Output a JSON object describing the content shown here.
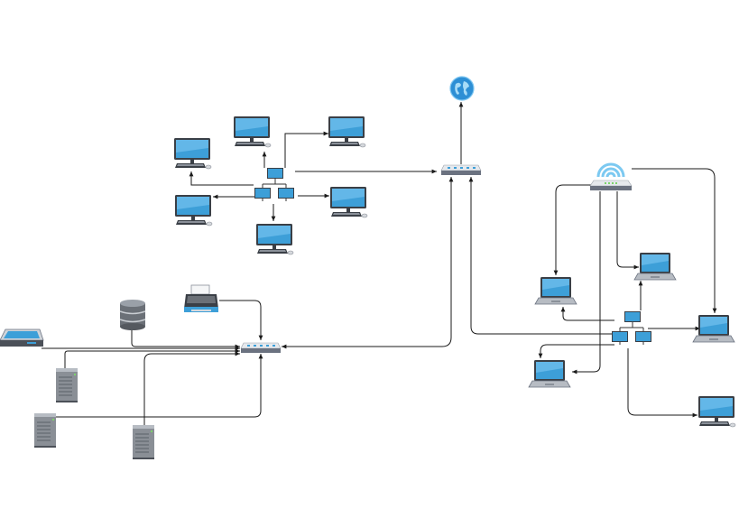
{
  "diagram": {
    "kind": "network-topology",
    "colors": {
      "screen": "#3d9fd8",
      "screen_dark": "#1f74b5",
      "device_body": "#dfe3e8",
      "device_dark": "#6b7280",
      "server_body": "#8a8f96",
      "wire": "#1a1a1a",
      "wifi": "#6fc3ef",
      "globe": "#2d8fd5"
    },
    "nodes": [
      {
        "id": "internet",
        "icon": "globe-icon"
      },
      {
        "id": "core-router",
        "icon": "router-icon"
      },
      {
        "id": "lan-switch-top",
        "icon": "network-switch-icon"
      },
      {
        "id": "desktop-1",
        "icon": "desktop-icon"
      },
      {
        "id": "desktop-2",
        "icon": "desktop-icon"
      },
      {
        "id": "desktop-3",
        "icon": "desktop-icon"
      },
      {
        "id": "desktop-4",
        "icon": "desktop-icon"
      },
      {
        "id": "desktop-5",
        "icon": "desktop-icon"
      },
      {
        "id": "desktop-6",
        "icon": "desktop-icon"
      },
      {
        "id": "server-router",
        "icon": "router-icon"
      },
      {
        "id": "printer",
        "icon": "printer-icon"
      },
      {
        "id": "database",
        "icon": "database-icon"
      },
      {
        "id": "scanner",
        "icon": "scanner-icon"
      },
      {
        "id": "server-1",
        "icon": "server-tower-icon"
      },
      {
        "id": "server-2",
        "icon": "server-tower-icon"
      },
      {
        "id": "server-3",
        "icon": "server-tower-icon"
      },
      {
        "id": "wireless-router",
        "icon": "wireless-router-icon"
      },
      {
        "id": "lan-switch-right",
        "icon": "network-switch-icon"
      },
      {
        "id": "laptop-1",
        "icon": "laptop-icon"
      },
      {
        "id": "laptop-2",
        "icon": "laptop-icon"
      },
      {
        "id": "laptop-3",
        "icon": "laptop-icon"
      },
      {
        "id": "laptop-4",
        "icon": "laptop-icon"
      },
      {
        "id": "desktop-7",
        "icon": "desktop-icon"
      }
    ],
    "edges": [
      {
        "from": "core-router",
        "to": "internet"
      },
      {
        "from": "lan-switch-top",
        "to": "core-router"
      },
      {
        "from": "lan-switch-top",
        "to": "desktop-1"
      },
      {
        "from": "lan-switch-top",
        "to": "desktop-2"
      },
      {
        "from": "lan-switch-top",
        "to": "desktop-3"
      },
      {
        "from": "lan-switch-top",
        "to": "desktop-4"
      },
      {
        "from": "lan-switch-top",
        "to": "desktop-5"
      },
      {
        "from": "lan-switch-top",
        "to": "desktop-6"
      },
      {
        "from": "server-router",
        "to": "core-router"
      },
      {
        "from": "core-router",
        "to": "server-router"
      },
      {
        "from": "printer",
        "to": "server-router"
      },
      {
        "from": "database",
        "to": "server-router"
      },
      {
        "from": "scanner",
        "to": "server-router"
      },
      {
        "from": "server-1",
        "to": "server-router"
      },
      {
        "from": "server-2",
        "to": "server-router"
      },
      {
        "from": "server-3",
        "to": "server-router"
      },
      {
        "from": "lan-switch-right",
        "to": "core-router"
      },
      {
        "from": "wireless-router",
        "to": "laptop-1"
      },
      {
        "from": "wireless-router",
        "to": "laptop-2"
      },
      {
        "from": "wireless-router",
        "to": "laptop-4"
      },
      {
        "from": "wireless-router",
        "to": "desktop-7"
      },
      {
        "from": "lan-switch-right",
        "to": "laptop-1"
      },
      {
        "from": "lan-switch-right",
        "to": "laptop-2"
      },
      {
        "from": "lan-switch-right",
        "to": "laptop-3"
      },
      {
        "from": "lan-switch-right",
        "to": "laptop-4"
      },
      {
        "from": "lan-switch-right",
        "to": "desktop-7"
      }
    ]
  }
}
